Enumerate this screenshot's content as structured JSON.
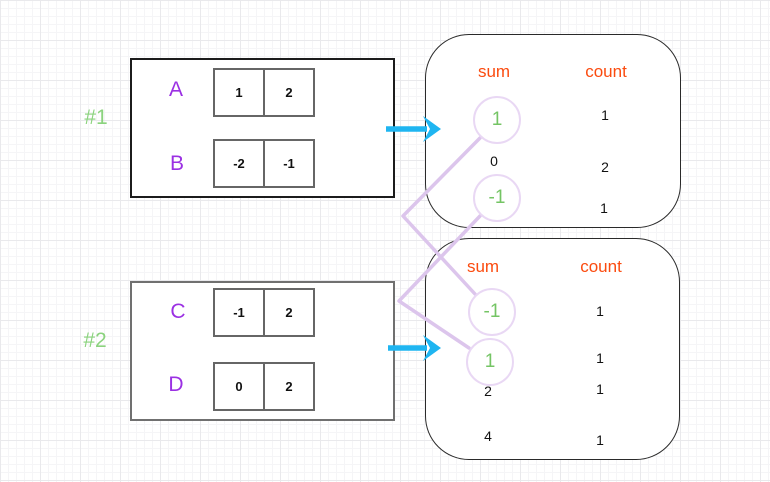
{
  "colors": {
    "header_orange": "#fb4b0f",
    "label_purple": "#9b30e3",
    "group_label_green": "#8bd37e",
    "circled_value_green": "#74c464",
    "connector_lavender": "#dcc5ec",
    "arrow_cyan": "#1fb5f1"
  },
  "groups": [
    {
      "id": "#1",
      "arrays": [
        {
          "label": "A",
          "values": [
            "1",
            "2"
          ]
        },
        {
          "label": "B",
          "values": [
            "-2",
            "-1"
          ]
        }
      ],
      "table": {
        "sum_header": "sum",
        "count_header": "count",
        "rows": [
          {
            "sum": "1",
            "count": "1",
            "circled": true
          },
          {
            "sum": "0",
            "count": "2",
            "circled": false
          },
          {
            "sum": "-1",
            "count": "1",
            "circled": true
          }
        ]
      }
    },
    {
      "id": "#2",
      "arrays": [
        {
          "label": "C",
          "values": [
            "-1",
            "2"
          ]
        },
        {
          "label": "D",
          "values": [
            "0",
            "2"
          ]
        }
      ],
      "table": {
        "sum_header": "sum",
        "count_header": "count",
        "rows": [
          {
            "sum": "-1",
            "count": "1",
            "circled": true
          },
          {
            "sum": "1",
            "count": "1",
            "circled": true
          },
          {
            "sum": "2",
            "count": "1",
            "circled": false
          },
          {
            "sum": "4",
            "count": "1",
            "circled": false
          }
        ]
      }
    }
  ],
  "connections": [
    {
      "from": "group #1 sum 1",
      "to": "group #2 sum -1"
    },
    {
      "from": "group #1 sum -1",
      "to": "group #2 sum 1"
    }
  ]
}
